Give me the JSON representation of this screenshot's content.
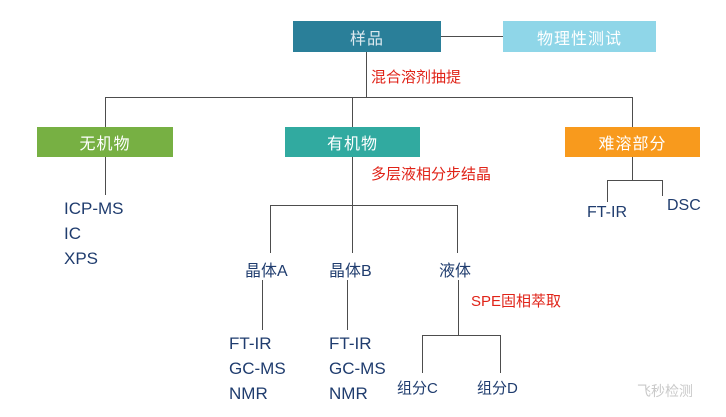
{
  "nodes": {
    "sample": "样品",
    "physical_test": "物理性测试",
    "inorganic": "无机物",
    "organic": "有机物",
    "insoluble": "难溶部分",
    "crystal_a": "晶体A",
    "crystal_b": "晶体B",
    "liquid": "液体",
    "component_c": "组分C",
    "component_d": "组分D"
  },
  "process_labels": {
    "solvent_extraction": "混合溶剂抽提",
    "fractional_crystallization": "多层液相分步结晶",
    "spe_extraction": "SPE固相萃取"
  },
  "methods": {
    "inorganic": [
      "ICP-MS",
      "IC",
      "XPS"
    ],
    "crystal_a": [
      "FT-IR",
      "GC-MS",
      "NMR"
    ],
    "crystal_b": [
      "FT-IR",
      "GC-MS",
      "NMR"
    ],
    "insoluble_ftir": "FT-IR",
    "insoluble_dsc": "DSC"
  },
  "watermark": "飞秒检测",
  "colors": {
    "sample_box": "#2a7f99",
    "physical_box": "#8fd6e8",
    "inorganic_box": "#77b043",
    "organic_box": "#31aaa0",
    "insoluble_box": "#f89a1d",
    "label_navy": "#1f3c6e",
    "process_red": "#e02318",
    "connector_gray": "#4d4d4d"
  }
}
